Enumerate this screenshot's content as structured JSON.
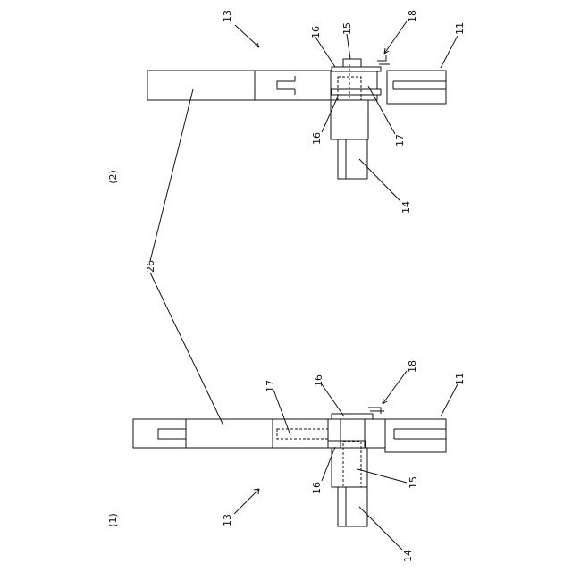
{
  "figure": {
    "views": [
      {
        "id": "view-2",
        "caption": "(2)"
      },
      {
        "id": "view-1",
        "caption": "(1)"
      }
    ],
    "labels": {
      "v2_13": "13",
      "v2_16a": "16",
      "v2_15": "15",
      "v2_18": "18",
      "v2_11": "11",
      "v2_16b": "16",
      "v2_17": "17",
      "v2_14": "14",
      "shared_26": "26",
      "v1_17": "17",
      "v1_16a": "16",
      "v1_18": "18",
      "v1_11": "11",
      "v1_16b": "16",
      "v1_15": "15",
      "v1_13": "13",
      "v1_14": "14"
    }
  }
}
